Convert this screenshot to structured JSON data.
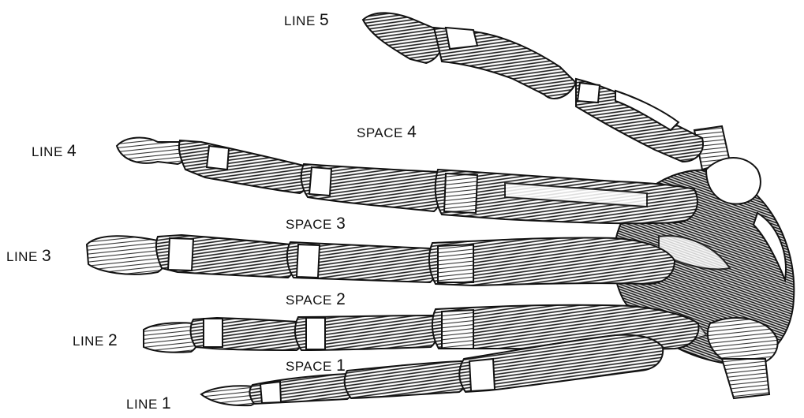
{
  "labels": {
    "line5": {
      "word": "LINE",
      "num": "5"
    },
    "line4": {
      "word": "LINE",
      "num": "4"
    },
    "line3": {
      "word": "LINE",
      "num": "3"
    },
    "line2": {
      "word": "LINE",
      "num": "2"
    },
    "line1": {
      "word": "LINE",
      "num": "1"
    },
    "space4": {
      "word": "SPACE",
      "num": "4"
    },
    "space3": {
      "word": "SPACE",
      "num": "3"
    },
    "space2": {
      "word": "SPACE",
      "num": "2"
    },
    "space1": {
      "word": "SPACE",
      "num": "1"
    }
  },
  "colors": {
    "ink": "#111111",
    "bone": "#ffffff",
    "hatch": "#2a2a2a",
    "background": "#ffffff"
  }
}
